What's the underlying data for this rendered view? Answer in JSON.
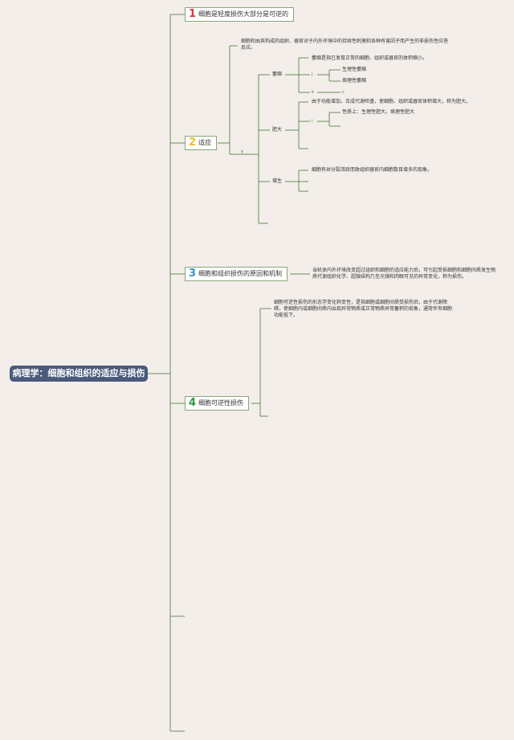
{
  "root": {
    "label": "病理学：细胞和组织的适应与损伤"
  },
  "topics": [
    {
      "num": "1",
      "color": "#e0333b",
      "label": "细胞是轻度损伤大部分是可逆的"
    },
    {
      "num": "2",
      "color": "#e8c020",
      "label": "适应"
    },
    {
      "num": "3",
      "color": "#3a8fc8",
      "label": "细胞和组织损伤的原因和机制"
    },
    {
      "num": "4",
      "color": "#2f9a3f",
      "label": "细胞可逆性损伤"
    }
  ],
  "adaptation": {
    "intro": "细胞和由其构成的组织、器官对于内外环境中的持续性刺激和各种有害因子而产生的非损伤性应答反应。",
    "marker": "Y",
    "atrophy": {
      "label": "萎缩",
      "definition": "萎缩是指已发育正常的细胞、组织或器官的体积缩小。",
      "marker_j": "j",
      "marker_k": "k",
      "marker_c": "c",
      "physiological": "生理性萎缩",
      "pathological": "病理性萎缩"
    },
    "hypertrophy": {
      "label": "肥大",
      "definition": "由于功能增加，合成代谢旺盛，使细胞、组织或器官体积增大，称为肥大。",
      "marker_i": "i",
      "nature": "性质上：生理性肥大，病理性肥大"
    },
    "hyperplasia": {
      "label": "增生",
      "definition": "细胞有丝分裂活跃而致组织器官内细胞数目增多的现象。"
    }
  },
  "cause": {
    "text": "当机体内外环境改变超过组织和细胞的适应能力后，可引起受损细胞和细胞间质发生物质代谢组织化学、超微结构乃至光镜和肉眼可见的异常变化，称为损伤。"
  },
  "reversible": {
    "text": "细胞可逆性损伤的形态学变化称变性，是指细胞或细胞间质受损伤后，由于代谢障碍，使细胞内或细胞间质内出现异常物质或正常物质异常蓄积的现象，通常伴有细胞功能低下。"
  }
}
